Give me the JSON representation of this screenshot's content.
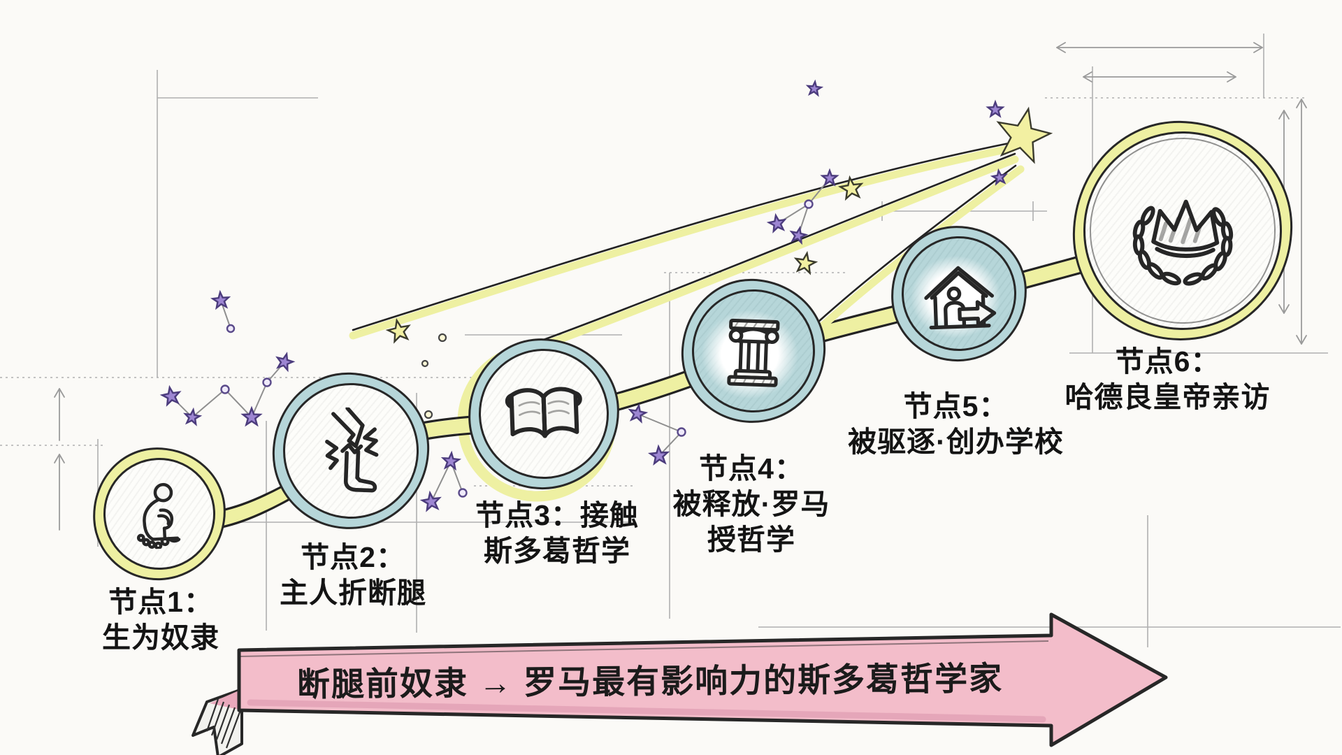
{
  "nodes": [
    {
      "icon": "chained-person-icon",
      "lines": [
        "节点1：",
        "生为奴隶"
      ]
    },
    {
      "icon": "broken-leg-icon",
      "lines": [
        "节点2：",
        "主人折断腿"
      ]
    },
    {
      "icon": "open-scroll-icon",
      "lines": [
        "节点3：接触",
        "斯多葛哲学"
      ]
    },
    {
      "icon": "roman-column-icon",
      "lines": [
        "节点4：",
        "被释放·罗马",
        "授哲学"
      ]
    },
    {
      "icon": "house-exit-icon",
      "lines": [
        "节点5：",
        "被驱逐·创办学校"
      ]
    },
    {
      "icon": "crown-laurel-icon",
      "lines": [
        "节点6：",
        "哈德良皇帝亲访"
      ]
    }
  ],
  "banner": {
    "text": "断腿前奴隶 → 罗马最有影响力的斯多葛哲学家"
  },
  "decorations": {
    "shooting-star": "large yellow star with three comet trails",
    "constellations": "purple star clusters joined by thin lines",
    "dimension-marks": "pencil measurement arrows around first and last node"
  },
  "colors": {
    "background": "#fbfaf7",
    "ink": "#272727",
    "accent-yellow": "#eef0a2",
    "accent-teal": "#b6d6d9",
    "star-purple": "#9d86d2",
    "star-yellow": "#f2f0a2",
    "banner-pink": "#f3bdca",
    "guide-gray": "#b0b0b0"
  }
}
